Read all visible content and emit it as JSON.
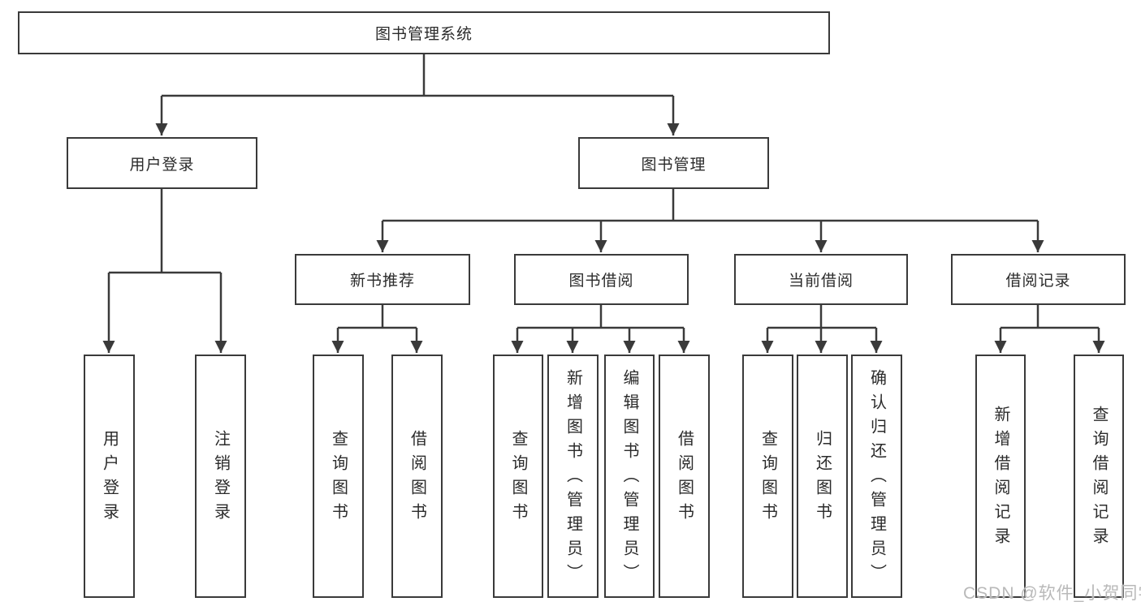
{
  "tree": {
    "root": {
      "label": "图书管理系统"
    },
    "user_login": {
      "label": "用户登录",
      "children": {
        "login": {
          "label": "用户登录"
        },
        "logout": {
          "label": "注销登录"
        }
      }
    },
    "book_management": {
      "label": "图书管理",
      "children": {
        "new_book_recommend": {
          "label": "新书推荐",
          "children": {
            "query_books": {
              "label": "查询图书"
            },
            "borrow_books": {
              "label": "借阅图书"
            }
          }
        },
        "book_borrowing": {
          "label": "图书借阅",
          "children": {
            "query_books": {
              "label": "查询图书"
            },
            "add_books_admin": {
              "label": "新增图书（管理员）"
            },
            "edit_books_admin": {
              "label": "编辑图书（管理员）"
            },
            "borrow_books": {
              "label": "借阅图书"
            }
          }
        },
        "current_borrowing": {
          "label": "当前借阅",
          "children": {
            "query_books": {
              "label": "查询图书"
            },
            "return_books": {
              "label": "归还图书"
            },
            "confirm_return_admin": {
              "label": "确认归还（管理员）"
            }
          }
        },
        "borrow_records": {
          "label": "借阅记录",
          "children": {
            "add_borrow_record": {
              "label": "新增借阅记录"
            },
            "query_borrow_record": {
              "label": "查询借阅记录"
            }
          }
        }
      }
    }
  },
  "watermark": {
    "text": "CSDN @软件_小贺同学"
  },
  "colors": {
    "line": "#3a3a3a",
    "text": "#2b2b2b",
    "watermark_text": "#b9b9b9",
    "background": "#ffffff"
  }
}
